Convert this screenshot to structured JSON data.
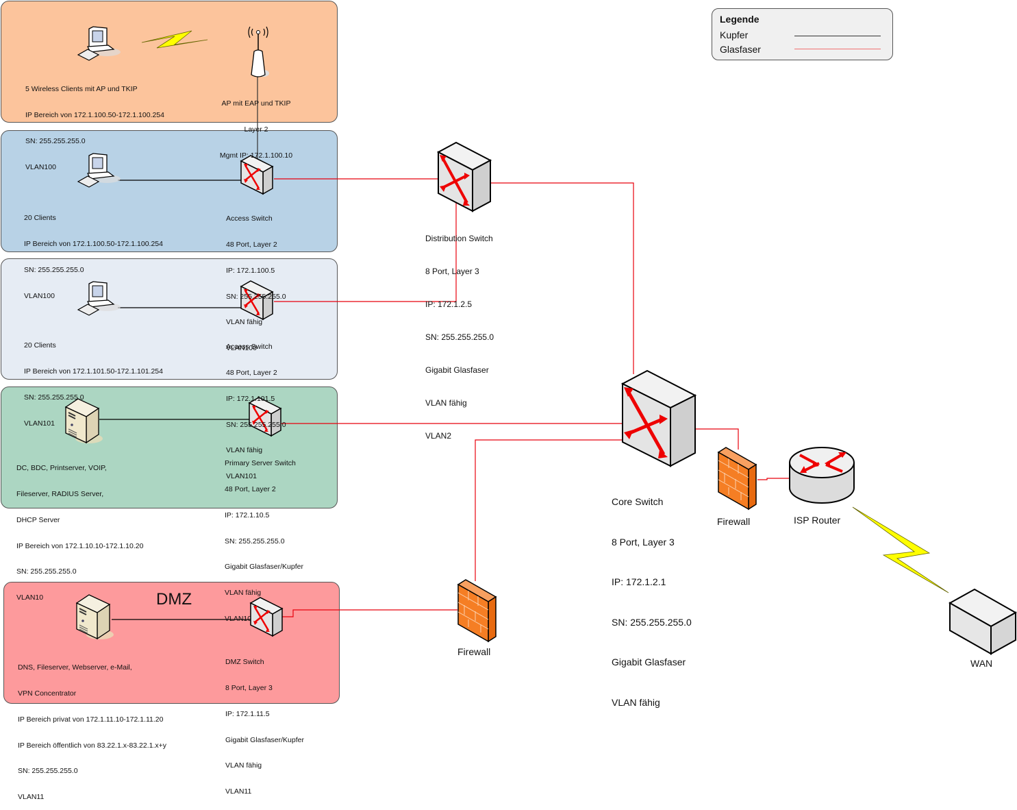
{
  "diagram": {
    "title": "Network topology",
    "legend": {
      "title": "Legende",
      "items": [
        {
          "label": "Kupfer",
          "color": "#333333"
        },
        {
          "label": "Glasfaser",
          "color": "#f07070"
        }
      ]
    },
    "colors": {
      "copper": "#000000",
      "fiber": "#e8000c",
      "zone_wireless": "#fcc49c",
      "zone_vlan100": "#b8d2e6",
      "zone_vlan101": "#e6ecf4",
      "zone_server": "#acd6c2",
      "zone_dmz": "#fd9a9c",
      "firewall": "#f27a24",
      "lightning": "#ffff00"
    },
    "zones": {
      "wireless": {
        "clients": [
          "5 Wireless Clients mit AP und TKIP",
          "IP Bereich von 172.1.100.50-172.1.100.254",
          "SN: 255.255.255.0",
          "VLAN100"
        ],
        "ap": [
          "AP mit EAP und TKIP",
          "Layer 2",
          "Mgmt IP: 172.1.100.10"
        ]
      },
      "vlan100": {
        "clients": [
          "20 Clients",
          "IP Bereich von 172.1.100.50-172.1.100.254",
          "SN: 255.255.255.0",
          "VLAN100"
        ],
        "switch": [
          "Access Switch",
          "48 Port, Layer 2",
          "IP: 172.1.100.5",
          "SN: 255.255.255.0",
          "VLAN fähig",
          "VLAN100"
        ]
      },
      "vlan101": {
        "clients": [
          "20 Clients",
          "IP Bereich von 172.1.101.50-172.1.101.254",
          "SN: 255.255.255.0",
          "VLAN101"
        ],
        "switch": [
          "Access Switch",
          "48 Port, Layer 2",
          "IP: 172.1.101.5",
          "SN: 255.255.255.0",
          "VLAN fähig",
          "VLAN101"
        ]
      },
      "server": {
        "servers": [
          "DC, BDC, Printserver, VOIP,",
          "Fileserver, RADIUS Server,",
          "DHCP Server",
          "IP Bereich von 172.1.10.10-172.1.10.20",
          "SN: 255.255.255.0",
          "VLAN10"
        ],
        "switch": [
          "Primary Server Switch",
          "48 Port, Layer 2",
          "IP: 172.1.10.5",
          "SN: 255.255.255.0",
          "Gigabit Glasfaser/Kupfer",
          "VLAN fähig",
          "VLAN10"
        ]
      },
      "dmz": {
        "title": "DMZ",
        "servers": [
          "DNS, Fileserver, Webserver, e-Mail,",
          "VPN Concentrator",
          "IP Bereich privat von 172.1.11.10-172.1.11.20",
          "IP Bereich öffentlich von 83.22.1.x-83.22.1.x+y",
          "SN: 255.255.255.0",
          "VLAN11"
        ],
        "switch": [
          "DMZ Switch",
          "8 Port, Layer 3",
          "IP: 172.1.11.5",
          "Gigabit Glasfaser/Kupfer",
          "VLAN fähig",
          "VLAN11"
        ]
      }
    },
    "distribution_switch": [
      "Distribution Switch",
      "8 Port, Layer 3",
      "IP: 172.1.2.5",
      "SN: 255.255.255.0",
      "Gigabit Glasfaser",
      "VLAN fähig",
      "VLAN2"
    ],
    "core_switch": [
      "Core Switch",
      "8 Port, Layer 3",
      "IP: 172.1.2.1",
      "SN: 255.255.255.0",
      "Gigabit Glasfaser",
      "VLAN fähig"
    ],
    "firewall_core": "Firewall",
    "firewall_dmz": "Firewall",
    "isp_router": "ISP Router",
    "wan": "WAN"
  }
}
